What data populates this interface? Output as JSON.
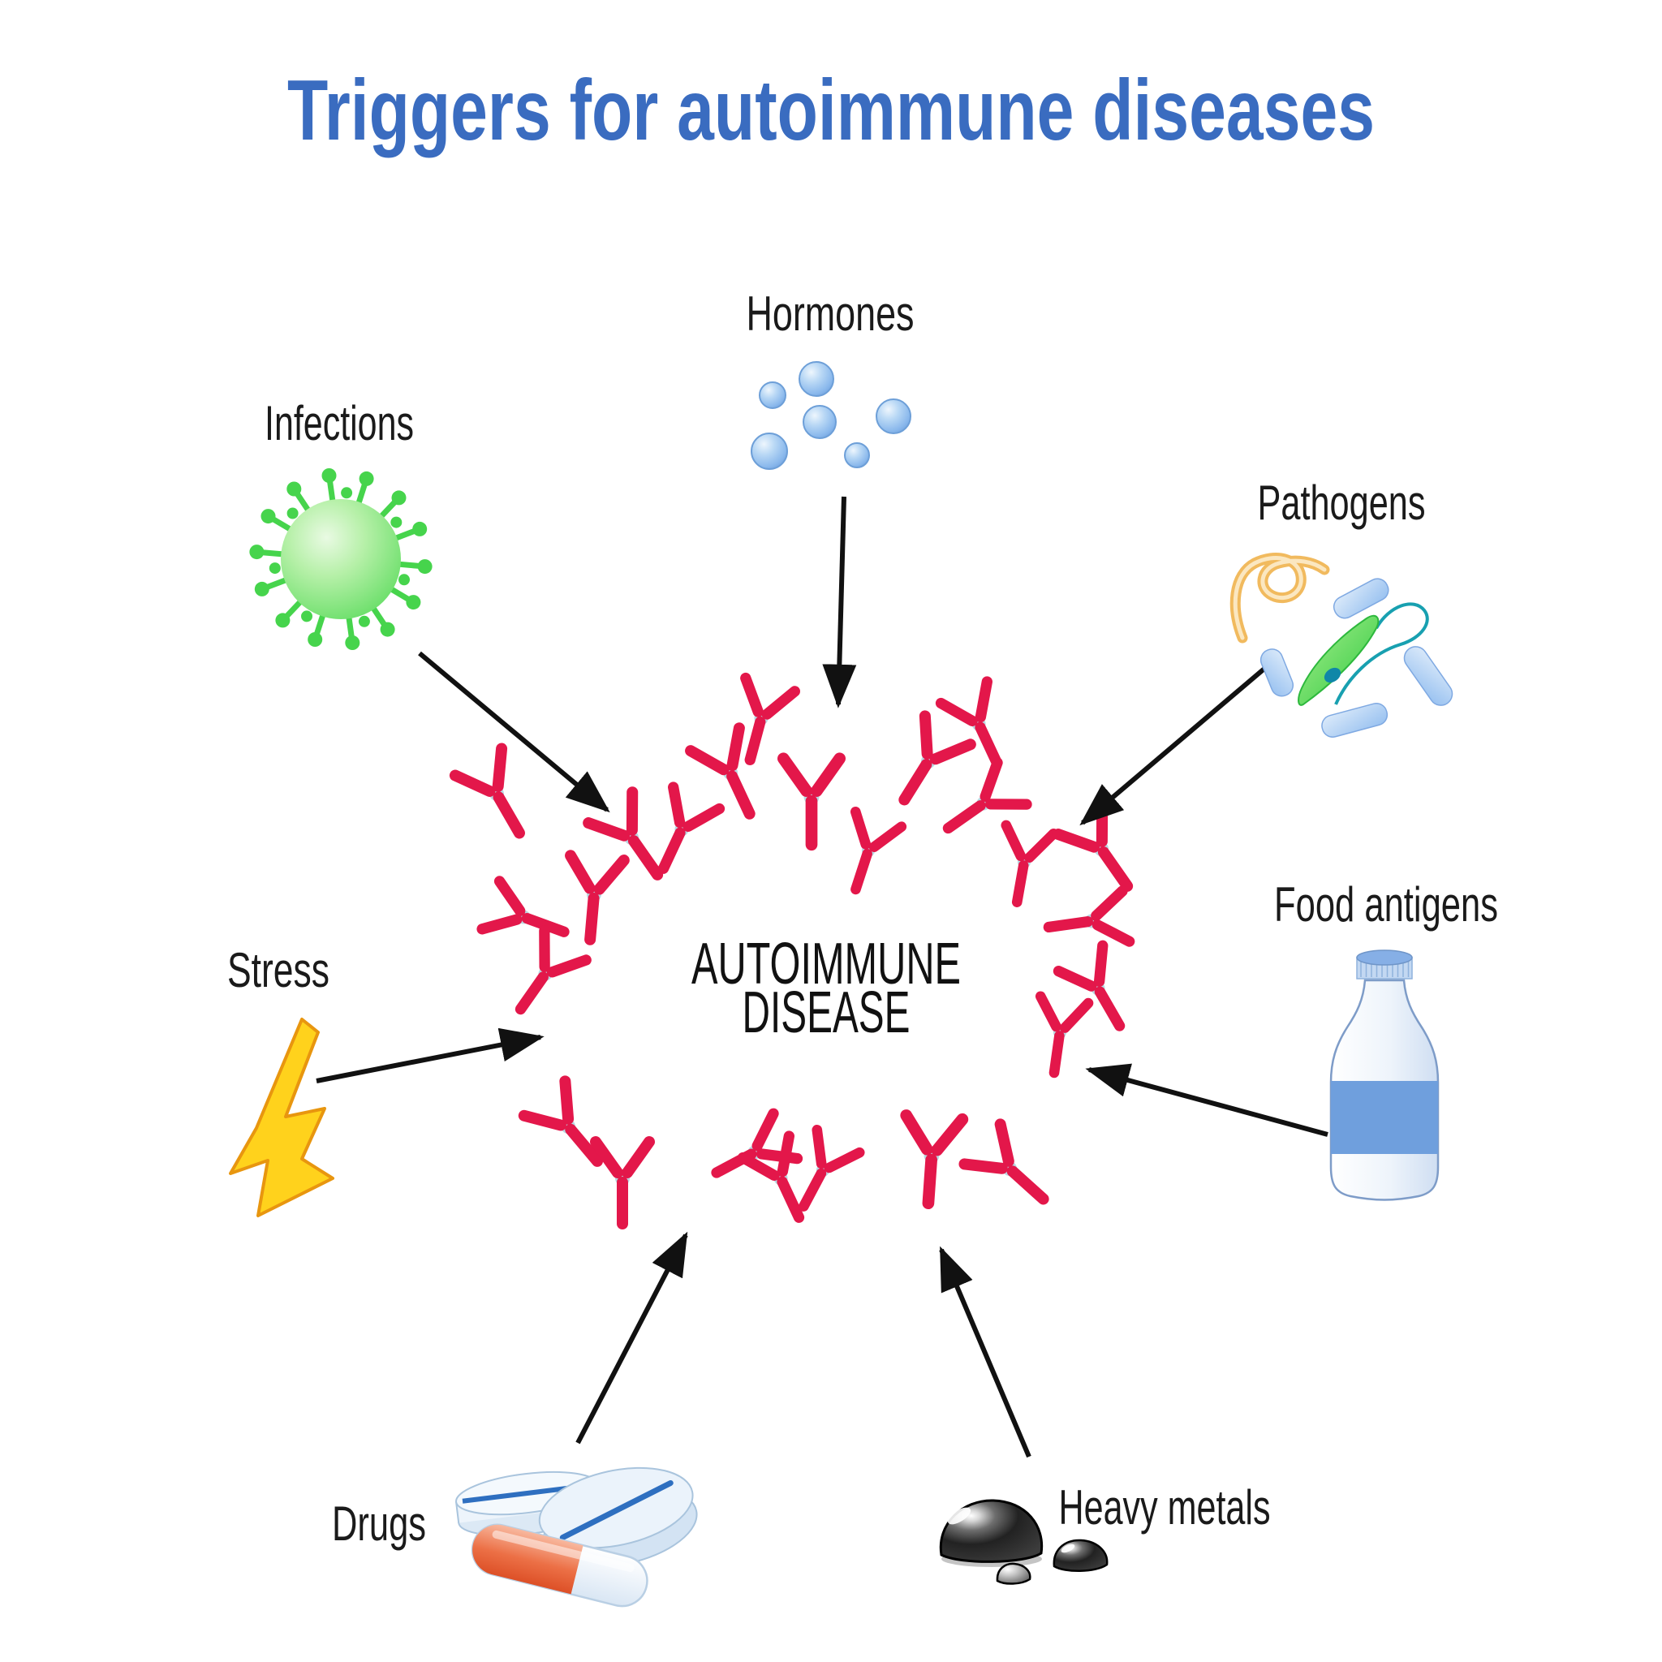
{
  "title": {
    "text": "Triggers for autoimmune diseases",
    "color": "#3a6cc0"
  },
  "center": {
    "line1": "AUTOIMMUNE",
    "line2": "DISEASE",
    "surround_icon": "antibody-icon"
  },
  "triggers": [
    {
      "id": "hormones",
      "label": "Hormones",
      "icon": "hormone-molecules-icon"
    },
    {
      "id": "infections",
      "label": "Infections",
      "icon": "virus-icon"
    },
    {
      "id": "pathogens",
      "label": "Pathogens",
      "icon": "bacteria-parasite-worm-icon"
    },
    {
      "id": "stress",
      "label": "Stress",
      "icon": "lightning-bolt-icon"
    },
    {
      "id": "food_antigens",
      "label": "Food antigens",
      "icon": "milk-bottle-icon"
    },
    {
      "id": "drugs",
      "label": "Drugs",
      "icon": "pills-capsule-icon"
    },
    {
      "id": "heavy_metals",
      "label": "Heavy metals",
      "icon": "mercury-drops-icon"
    }
  ],
  "colors": {
    "title_blue": "#3a6cc0",
    "label_black": "#1a1a1a",
    "center_text_black": "#111111",
    "antibody_red": "#e3174a",
    "antibody_joint_blue": "#b9d8e2",
    "arrow_black": "#111111",
    "virus_green": "#5fdc60",
    "hormone_blue": "#8ab8ec",
    "lightning_yellow": "#ffd21c",
    "lightning_outline_orange": "#e8960f",
    "milk_label_blue": "#6f9fdd",
    "capsule_orange": "#e96a45",
    "tablet_score_blue": "#2e6fc0",
    "bacteria_rod_blue": "#a9ccf2",
    "worm_yellow": "#f1ba5e",
    "parasite_green": "#3ecb4d",
    "mercury_grey": "#2b2b2b"
  }
}
